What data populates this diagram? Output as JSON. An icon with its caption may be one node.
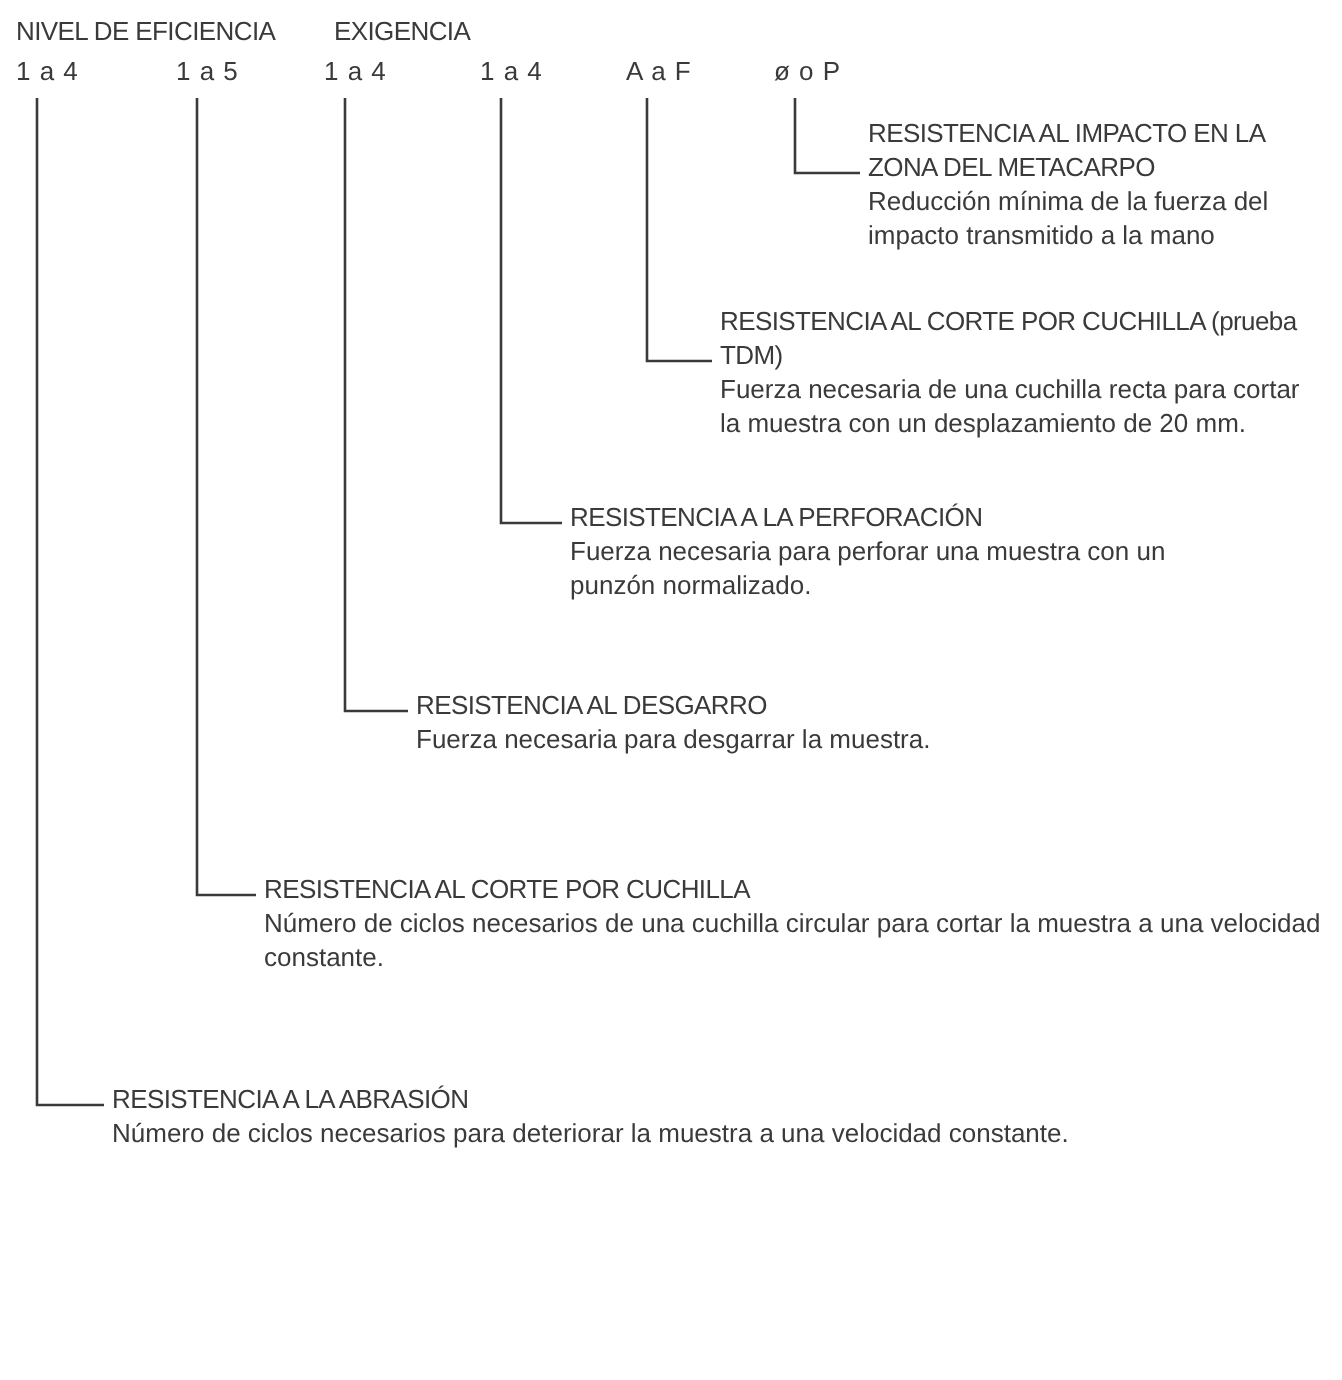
{
  "diagram": {
    "nodes": [
      {
        "text": [
          "1 a 4"
        ]
      },
      {
        "text": [
          "1 a 5"
        ]
      },
      {
        "text": [
          "1 a 4"
        ]
      },
      {
        "text": [
          "1 a 4"
        ]
      },
      {
        "text": [
          "A a F"
        ]
      },
      {
        "text": [
          "ø o P"
        ]
      },
      {
        "text": [
          "RESISTENCIA AL IMPACTO EN LA ZONA DEL METACARPO",
          "Reducción mínima de la fuerza del impacto transmitido a la mano"
        ]
      },
      {
        "text": [
          "RESISTENCIA AL CORTE POR CUCHILLA (prueba TDM)",
          "Fuerza necesaria de una cuchilla recta para cortar la muestra con un desplazamiento de 20 mm."
        ]
      },
      {
        "text": [
          "RESISTENCIA A LA PERFORACIÓN",
          "Fuerza necesaria para perforar una muestra con un punzón normalizado."
        ]
      },
      {
        "text": [
          "RESISTENCIA AL DESGARRO",
          "Fuerza necesaria para desgarrar la muestra."
        ]
      },
      {
        "text": [
          "RESISTENCIA AL CORTE POR CUCHILLA",
          "Número de ciclos necesarios de una cuchilla circular para cortar la muestra a una velocidad constante."
        ]
      },
      {
        "text": [
          "RESISTENCIA A LA ABRASIÓN",
          "Número de ciclos necesarios para deteriorar la muestra a una velocidad constante."
        ]
      }
    ],
    "edges": [
      {
        "from": 0,
        "to": 11,
        "arrow": "none"
      },
      {
        "from": 1,
        "to": 10,
        "arrow": "none"
      },
      {
        "from": 2,
        "to": 9,
        "arrow": "none"
      },
      {
        "from": 3,
        "to": 8,
        "arrow": "none"
      },
      {
        "from": 4,
        "to": 7,
        "arrow": "none"
      },
      {
        "from": 5,
        "to": 6,
        "arrow": "none"
      }
    ],
    "labels": [
      "NIVEL DE EFICIENCIA",
      "EXIGENCIA"
    ]
  }
}
